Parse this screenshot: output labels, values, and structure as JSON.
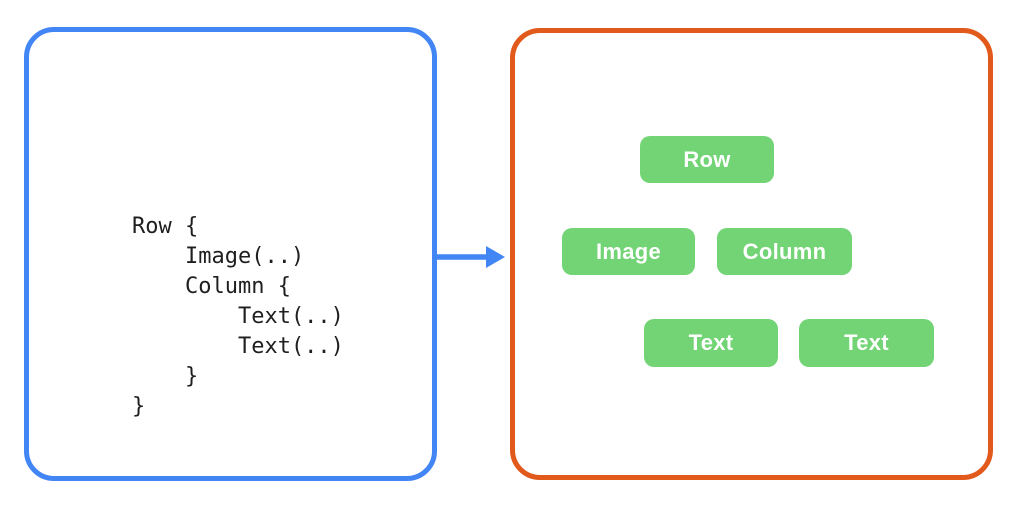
{
  "colors": {
    "panel_blue": "#4285F4",
    "panel_orange": "#E2591C",
    "node_green": "#72D475",
    "edge_green": "#72D475",
    "code_text": "#1F1F1F",
    "node_text": "#FFFFFF",
    "canvas_bg": "#FFFFFF"
  },
  "left_panel": {
    "code_lines": [
      "Row {",
      "    Image(..)",
      "    Column {",
      "        Text(..)",
      "        Text(..)",
      "    }",
      "}"
    ]
  },
  "arrow": {
    "direction": "right"
  },
  "tree": {
    "nodes": [
      {
        "id": "row",
        "label": "Row",
        "parent": null
      },
      {
        "id": "image",
        "label": "Image",
        "parent": "row"
      },
      {
        "id": "column",
        "label": "Column",
        "parent": "row"
      },
      {
        "id": "text1",
        "label": "Text",
        "parent": "column"
      },
      {
        "id": "text2",
        "label": "Text",
        "parent": "column"
      }
    ]
  }
}
